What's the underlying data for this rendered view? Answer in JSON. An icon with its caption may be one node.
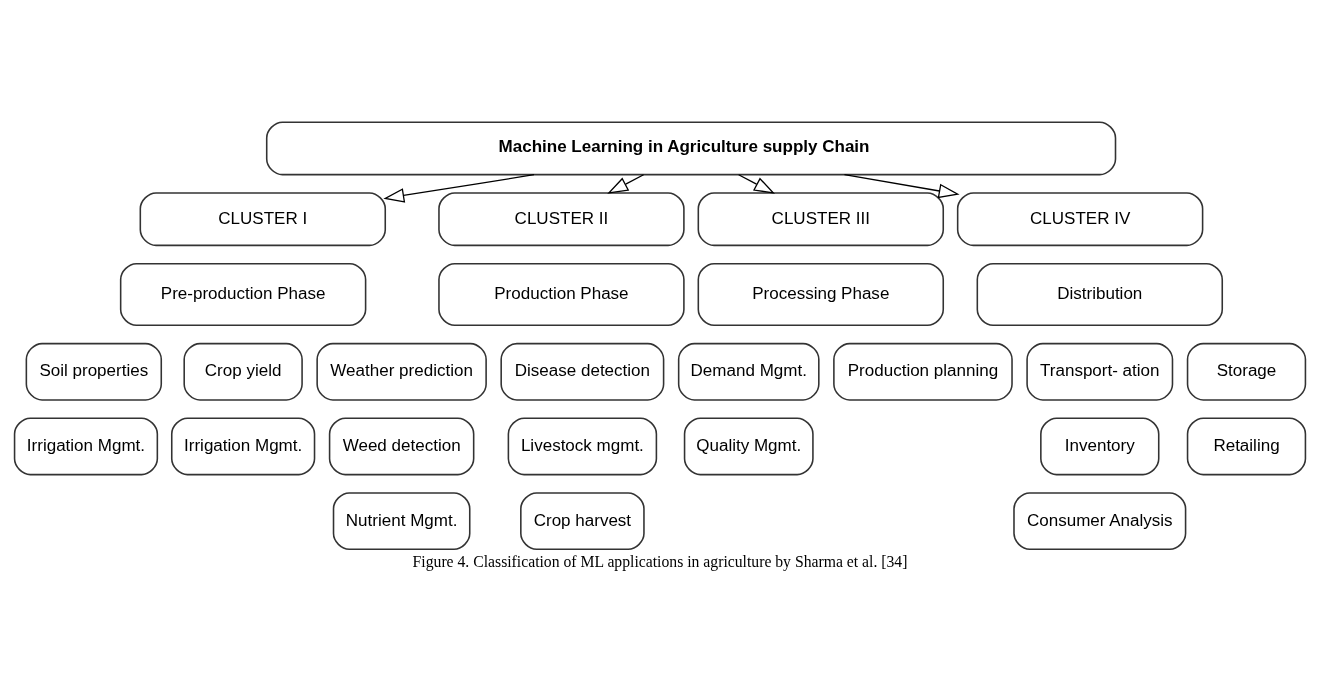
{
  "diagram": {
    "caption": "Figure 4. Classification of ML applications in agriculture by Sharma et al. [34]",
    "nodes": [
      {
        "text": [
          "Machine Learning in Agriculture supply Chain"
        ]
      },
      {
        "text": [
          "CLUSTER I"
        ]
      },
      {
        "text": [
          "Pre-production Phase"
        ]
      },
      {
        "text": [
          "Soil properties"
        ]
      },
      {
        "text": [
          "Crop yield"
        ]
      },
      {
        "text": [
          "Irrigation Mgmt."
        ]
      },
      {
        "text": [
          "Irrigation Mgmt."
        ]
      },
      {
        "text": [
          "CLUSTER II"
        ]
      },
      {
        "text": [
          "Production Phase"
        ]
      },
      {
        "text": [
          "Weather prediction"
        ]
      },
      {
        "text": [
          "Disease detection"
        ]
      },
      {
        "text": [
          "Weed detection"
        ]
      },
      {
        "text": [
          "Livestock mgmt."
        ]
      },
      {
        "text": [
          "Nutrient Mgmt."
        ]
      },
      {
        "text": [
          "Crop harvest"
        ]
      },
      {
        "text": [
          "CLUSTER III"
        ]
      },
      {
        "text": [
          "Processing Phase"
        ]
      },
      {
        "text": [
          "Demand Mgmt."
        ]
      },
      {
        "text": [
          "Production planning"
        ]
      },
      {
        "text": [
          "Quality Mgmt."
        ]
      },
      {
        "text": [
          "CLUSTER IV"
        ]
      },
      {
        "text": [
          "Distribution"
        ]
      },
      {
        "text": [
          "Transport- ation"
        ]
      },
      {
        "text": [
          "Storage"
        ]
      },
      {
        "text": [
          "Inventory"
        ]
      },
      {
        "text": [
          "Retailing"
        ]
      },
      {
        "text": [
          "Consumer Analysis"
        ]
      }
    ],
    "edges": [
      {
        "from": 0,
        "to": 1,
        "arrow": "to"
      },
      {
        "from": 0,
        "to": 7,
        "arrow": "to"
      },
      {
        "from": 0,
        "to": 15,
        "arrow": "to"
      },
      {
        "from": 0,
        "to": 20,
        "arrow": "to"
      }
    ]
  }
}
